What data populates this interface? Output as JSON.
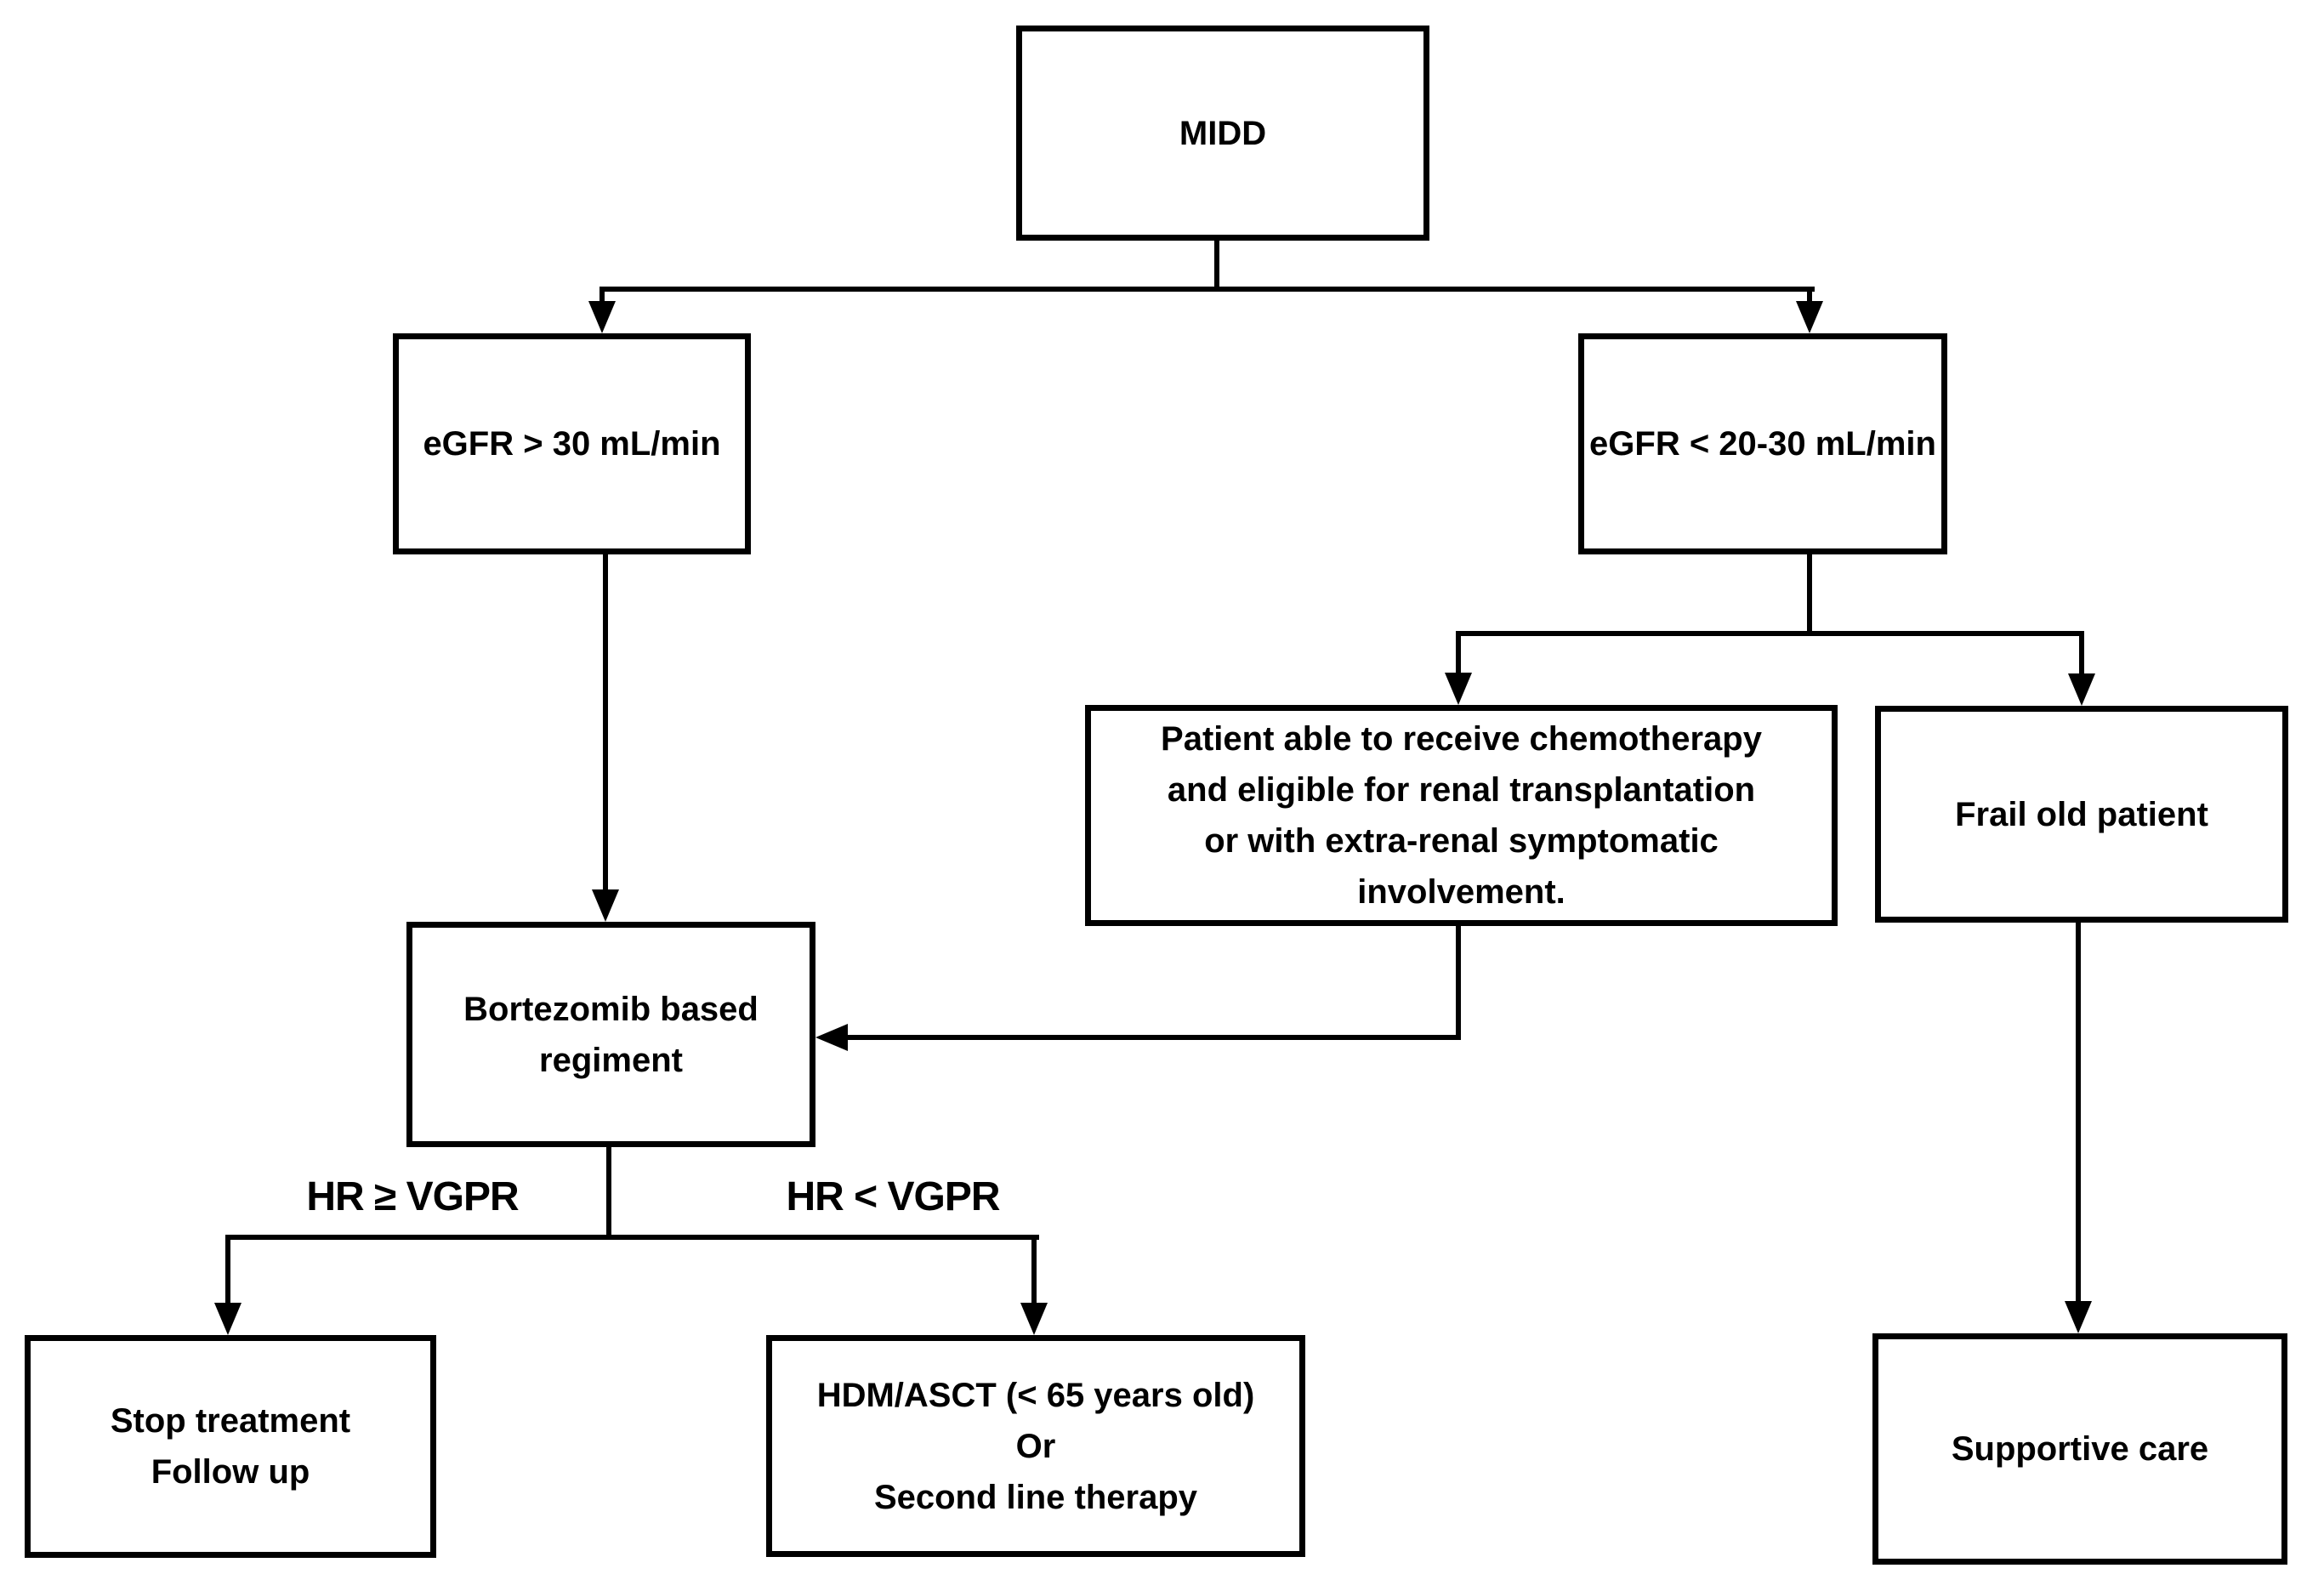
{
  "diagram": {
    "colors": {
      "background": "#ffffff",
      "stroke": "#000000",
      "text": "#000000"
    },
    "nodes": {
      "midd": {
        "label": "MIDD"
      },
      "egfr_high": {
        "label": "eGFR > 30 mL/min"
      },
      "egfr_low": {
        "label": "eGFR < 20-30 mL/min"
      },
      "chemo_eligible": {
        "label": "Patient able to receive chemotherapy\nand eligible for renal transplantation\nor with extra-renal symptomatic\ninvolvement."
      },
      "frail": {
        "label": "Frail old patient"
      },
      "bortezomib": {
        "label": "Bortezomib based\nregiment"
      },
      "stop_treatment": {
        "label": "Stop treatment\nFollow up"
      },
      "hdm_asct": {
        "label": "HDM/ASCT (< 65 years old)\nOr\nSecond line therapy"
      },
      "supportive_care": {
        "label": "Supportive care"
      }
    },
    "edge_labels": {
      "hr_ge_vgpr": "HR ≥ VGPR",
      "hr_lt_vgpr": "HR < VGPR"
    }
  }
}
